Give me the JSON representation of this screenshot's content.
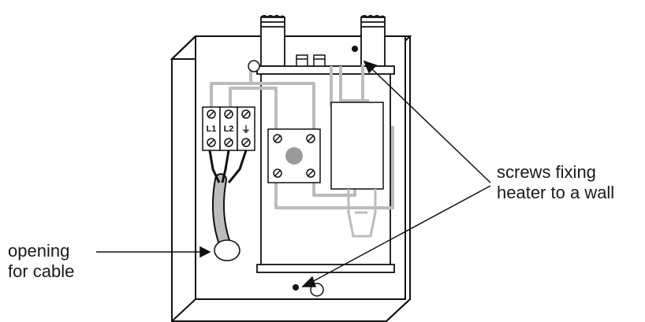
{
  "labels": {
    "opening": [
      "opening",
      "for cable"
    ],
    "screws": [
      "screws fixing",
      "heater to a wall"
    ]
  },
  "terminals": [
    "L1",
    "L2",
    "⏚"
  ],
  "colors": {
    "outline": "#111111",
    "wire_grey": "#bcbcbc",
    "knob_grey": "#9a9a9a"
  }
}
